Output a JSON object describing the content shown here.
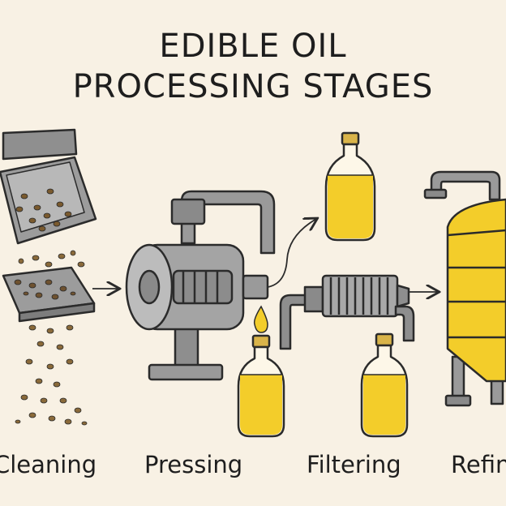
{
  "title": {
    "line1": "EDIBLE OIL",
    "line2": "PROCESSING STAGES"
  },
  "stages": [
    {
      "label": "Cleaning"
    },
    {
      "label": "Pressing"
    },
    {
      "label": "Filtering"
    },
    {
      "label": "Refin"
    }
  ],
  "colors": {
    "background": "#f8f1e4",
    "oil": "#f3cd2a",
    "metal": "#a8a8a8",
    "outline": "#2b2b2b",
    "seed": "#8a6a3a"
  },
  "icons": [
    "hopper-icon",
    "seed-tray-icon",
    "oil-press-icon",
    "oil-bottle-icon",
    "filter-press-icon",
    "refining-tank-icon",
    "oil-drop-icon",
    "arrow-icon"
  ]
}
